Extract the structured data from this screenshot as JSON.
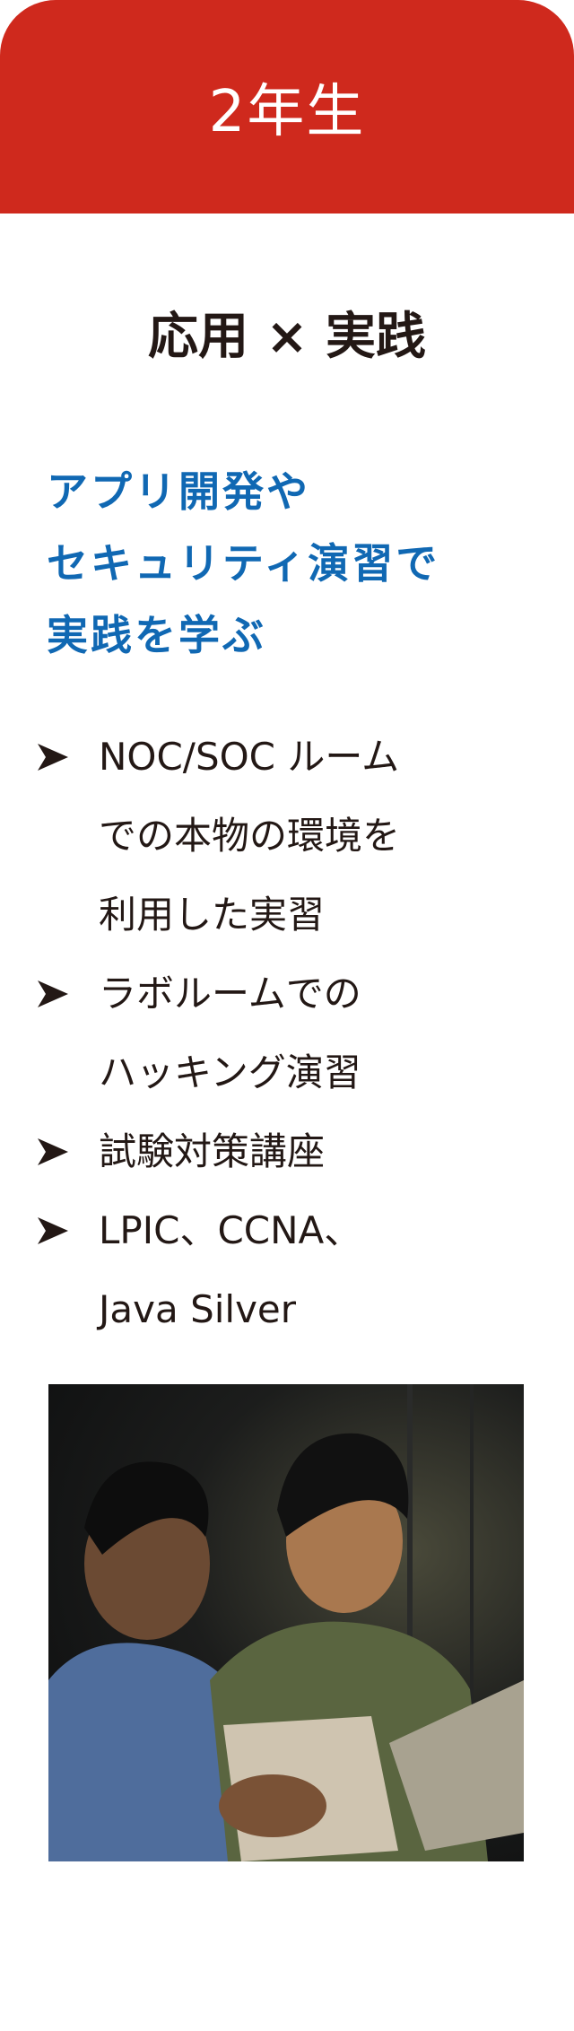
{
  "header": {
    "title": "2年生"
  },
  "subtitle": "応用 × 実践",
  "lead": {
    "lines": [
      "アプリ開発や",
      "セキュリティ演習で",
      "実践を学ぶ"
    ]
  },
  "bullets": [
    {
      "lines": [
        "NOC/SOC ルーム",
        "での本物の環境を",
        "利用した実習"
      ]
    },
    {
      "lines": [
        "ラボルームでの",
        "ハッキング演習"
      ]
    },
    {
      "lines": [
        "試験対策講座"
      ]
    },
    {
      "lines": [
        "LPIC、CCNA、",
        "Java Silver"
      ]
    }
  ],
  "colors": {
    "header": "#cf291d",
    "lead": "#1068b3",
    "text": "#231815"
  },
  "photo": {
    "icon": "photo-two-students-with-laptop"
  }
}
